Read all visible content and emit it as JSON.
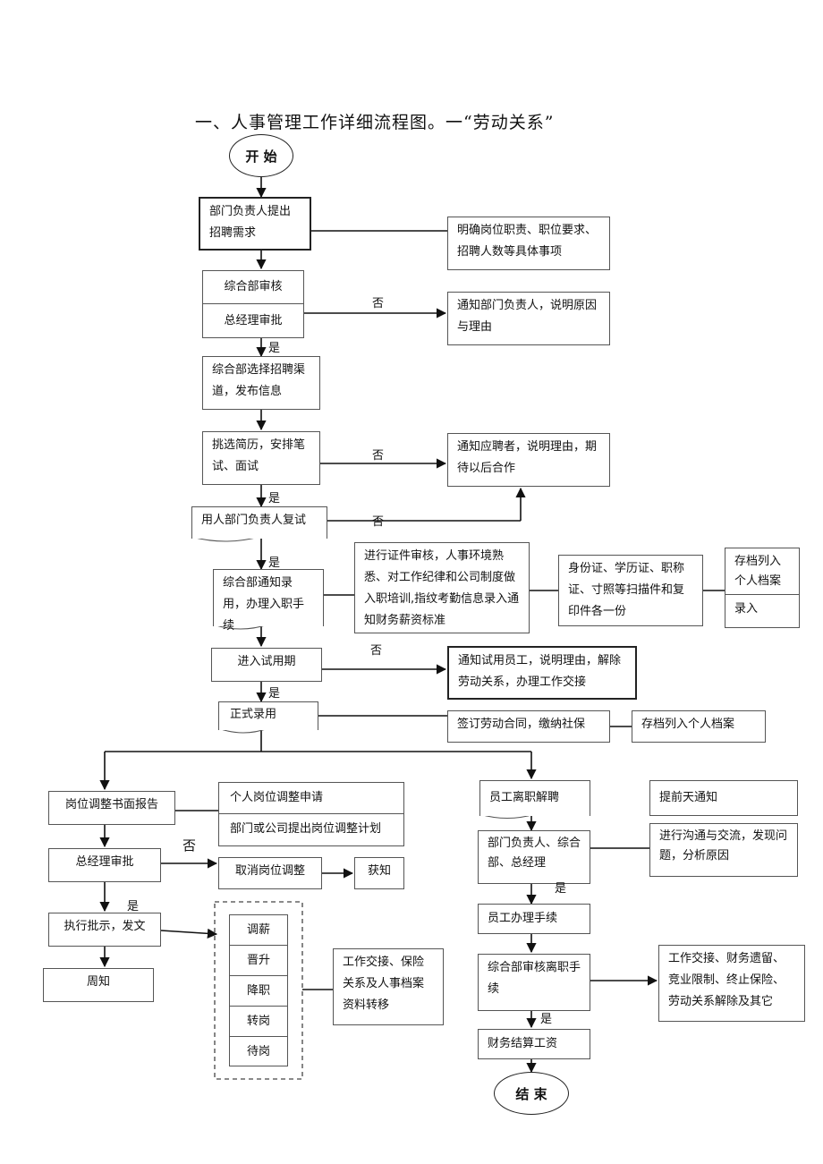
{
  "title": "一、人事管理工作详细流程图。一“劳动关系”",
  "start": "开 始",
  "end": "结 束",
  "dept_request": "部门负责人提出招聘需求",
  "dept_request_note": "明确岗位职责、职位要求、招聘人数等具体事项",
  "review1": "综合部审核",
  "review2": "总经理审批",
  "notify_dept": "通知部门负责人，说明原因与理由",
  "select_channel": "综合部选择招聘渠道，发布信息",
  "screen": "挑选简历，安排笔试、面试",
  "notify_applicant": "通知应聘者，说明理由，期待以后合作",
  "retest": "用人部门负责人复试",
  "notify_hire": "综合部通知录用，办理入职手续",
  "onboard_steps": "进行证件审核，人事环境熟悉、对工作纪律和公司制度做入职培训,指纹考勤信息录入通知财务薪资标准",
  "id_docs": "身份证、学历证、职称证、寸照等扫描件和复印件各一份",
  "archive1": "存档列入个人档案",
  "archive_entry": "录入",
  "probation": "进入试用期",
  "notify_probation": "通知试用员工，说明理由，解除劳动关系，办理工作交接",
  "formal": "正式录用",
  "contract": "签订劳动合同，缴纳社保",
  "archive2": "存档列入个人档案",
  "adjust_report": "岗位调整书面报告",
  "adjust_personal": "个人岗位调整申请",
  "adjust_plan": "部门或公司提出岗位调整计划",
  "gm_approve": "总经理审批",
  "cancel_adjust": "取消岗位调整",
  "informed": "获知",
  "execute": "执行批示，发文",
  "announce": "周知",
  "adjust_types": [
    "调薪",
    "晋升",
    "降职",
    "转岗",
    "待岗"
  ],
  "handover_adjust": "工作交接、保险关系及人事档案资料转移",
  "resign": "员工离职解聘",
  "advance_notice": "提前天通知",
  "resign_review": "部门负责人、综合部、总经理",
  "communicate": "进行沟通与交流，发现问题，分析原因",
  "procedures": "员工办理手续",
  "resign_audit": "综合部审核离职手续",
  "resign_items": "工作交接、财务遗留、竞业限制、终止保险、劳动关系解除及其它",
  "settle": "财务结算工资",
  "yes": "是",
  "no": "否"
}
